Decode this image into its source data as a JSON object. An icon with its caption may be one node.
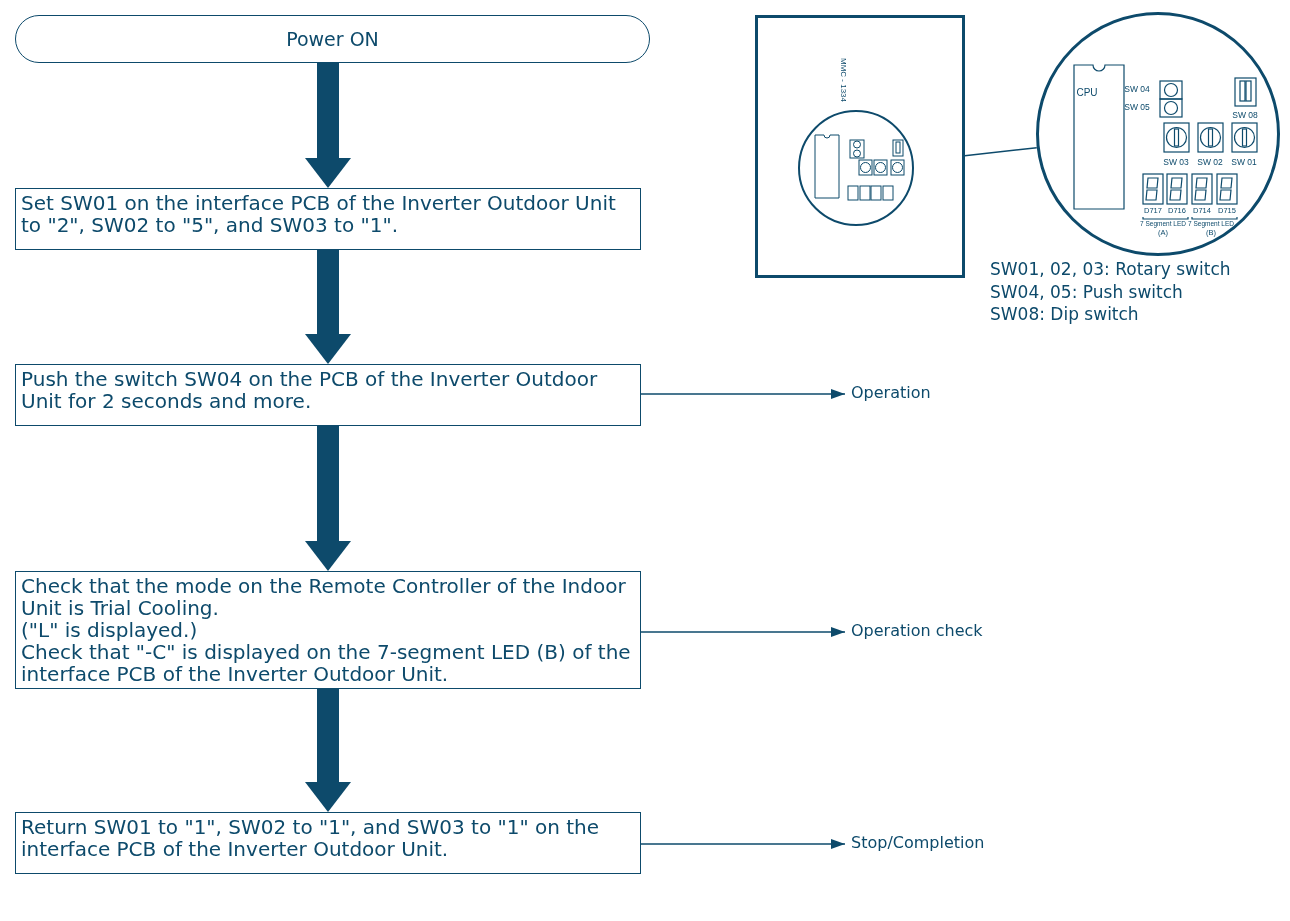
{
  "diagram": {
    "nodes": [
      {
        "text": [
          "Power ON"
        ]
      },
      {
        "text": [
          "Set SW01 on the interface PCB of the Inverter Outdoor Unit to \"2\", SW02 to \"5\", and SW03 to \"1\"."
        ]
      },
      {
        "text": [
          "Push the switch SW04 on the PCB of the Inverter Outdoor Unit for 2 seconds and more."
        ]
      },
      {
        "text": [
          "Check that the mode on the Remote Controller of the Indoor Unit is Trial Cooling.",
          "(\"L\" is displayed.)",
          "Check that \"-C\" is displayed on the 7-segment LED (B) of the interface PCB of the Inverter Outdoor Unit."
        ]
      },
      {
        "text": [
          "Return SW01 to \"1\", SW02 to \"1\", and SW03 to \"1\" on the interface PCB of the Inverter Outdoor Unit."
        ]
      },
      {
        "text": [
          "Operation"
        ]
      },
      {
        "text": [
          "Operation check"
        ]
      },
      {
        "text": [
          "Stop/Completion"
        ]
      },
      {
        "text": [
          "MMC - 1334"
        ]
      },
      {
        "text": [],
        "shape": "circle",
        "in": 8
      },
      {
        "text": [
          "CPU",
          "SW 04",
          "SW 05",
          "SW 08",
          "SW 03",
          "SW 02",
          "SW 01",
          "D717",
          "D716",
          "D714",
          "D715",
          "7 Segment LED",
          "7 Segment LED",
          "(A)",
          "(B)"
        ]
      }
    ],
    "edges": [
      {
        "from": 0,
        "to": 1,
        "arrow": "to",
        "style": "thick"
      },
      {
        "from": 1,
        "to": 2,
        "arrow": "to",
        "style": "thick"
      },
      {
        "from": 2,
        "to": 3,
        "arrow": "to",
        "style": "thick"
      },
      {
        "from": 3,
        "to": 4,
        "arrow": "to",
        "style": "thick"
      },
      {
        "from": 2,
        "to": 5,
        "arrow": "to"
      },
      {
        "from": 3,
        "to": 6,
        "arrow": "to"
      },
      {
        "from": 4,
        "to": 7,
        "arrow": "to"
      },
      {
        "from": 9,
        "to": 10,
        "arrow": "none"
      }
    ],
    "labels": [
      "SW01, 02, 03: Rotary switch",
      "SW04, 05: Push switch",
      "SW08: Dip switch"
    ]
  }
}
